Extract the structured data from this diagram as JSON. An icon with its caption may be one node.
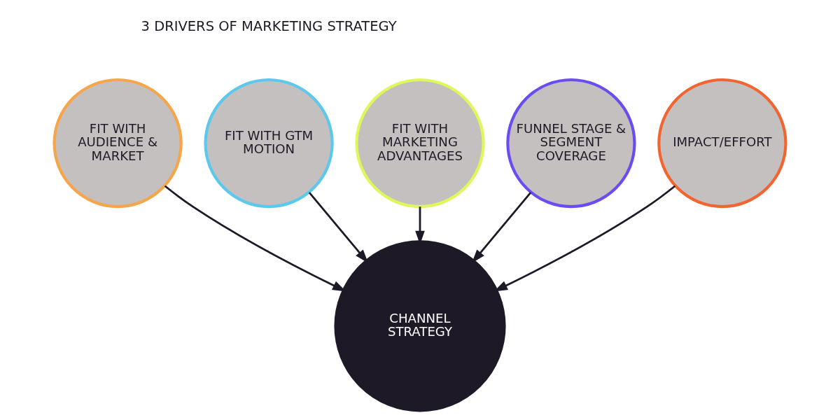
{
  "diagram": {
    "nodes": [
      {
        "text": [
          "FIT WITH AUDIENCE & MARKET"
        ]
      },
      {
        "text": [
          "FIT WITH GTM MOTION"
        ]
      },
      {
        "text": [
          "FIT WITH MARKETING ADVANTAGES"
        ]
      },
      {
        "text": [
          "FUNNEL STAGE & SEGMENT COVERAGE"
        ]
      },
      {
        "text": [
          "IMPACT/EFFORT"
        ]
      },
      {
        "text": [
          "CHANNEL STRATEGY"
        ]
      }
    ],
    "edges": [
      {
        "from": 0,
        "to": 5,
        "arrow": "to"
      },
      {
        "from": 1,
        "to": 5,
        "arrow": "to"
      },
      {
        "from": 2,
        "to": 5,
        "arrow": "to"
      },
      {
        "from": 3,
        "to": 5,
        "arrow": "to"
      },
      {
        "from": 4,
        "to": 5,
        "arrow": "to"
      }
    ],
    "labels": [
      "3 DRIVERS OF MARKETING STRATEGY"
    ]
  }
}
